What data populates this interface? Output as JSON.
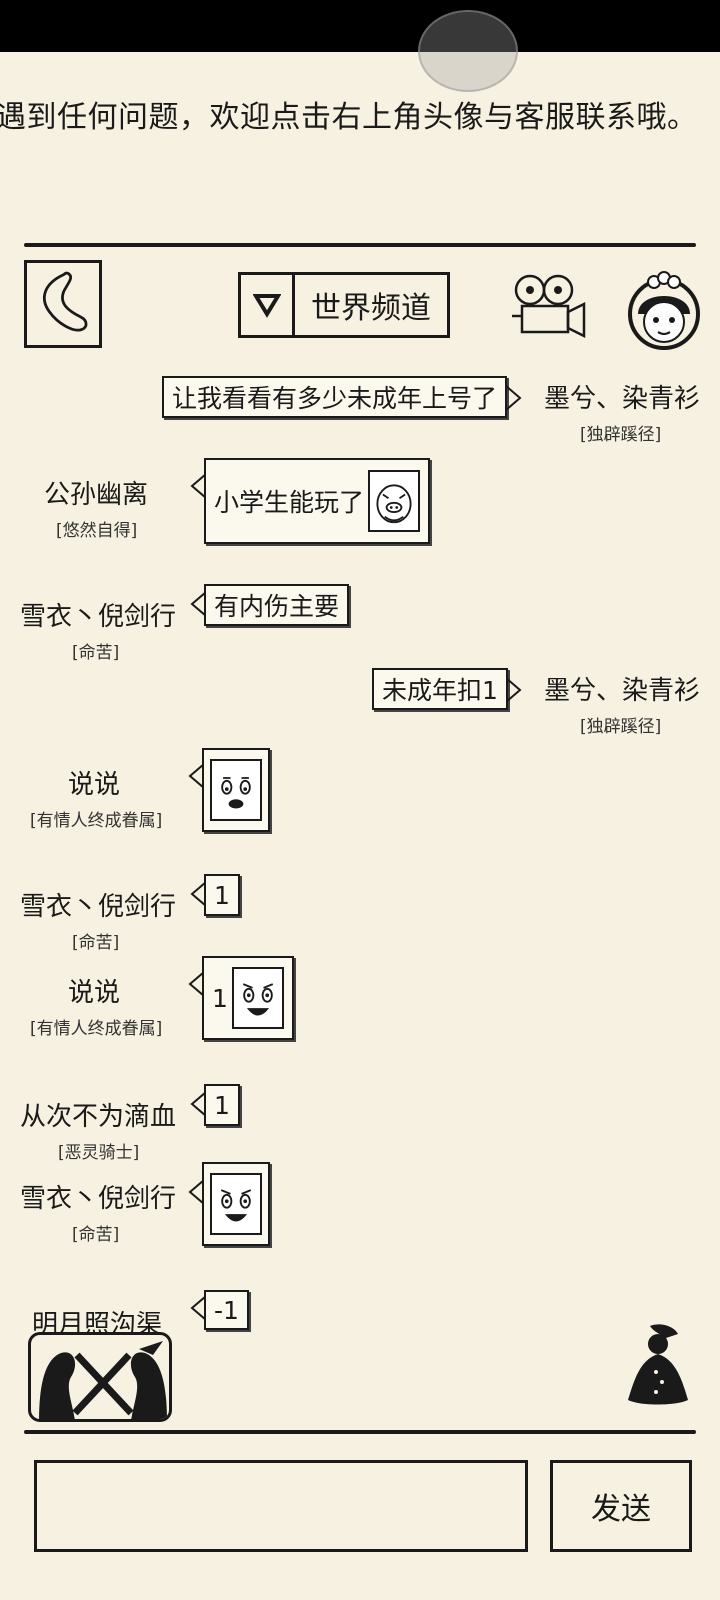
{
  "notice": "遇到任何问题，欢迎点击右上角头像与客服联系哦。",
  "header": {
    "channel_label": "世界频道"
  },
  "messages": [
    {
      "name": "墨兮、染青衫",
      "title": "[独辟蹊径]",
      "side": "right",
      "text": "让我看看有多少未成年上号了"
    },
    {
      "name": "公孙幽离",
      "title": "[悠然自得]",
      "side": "left",
      "text": "小学生能玩了",
      "sticker": "pig-face"
    },
    {
      "name": "雪衣丶倪剑行",
      "title": "[命苦]",
      "side": "left",
      "text": "有内伤主要"
    },
    {
      "name": "墨兮、染青衫",
      "title": "[独辟蹊径]",
      "side": "right",
      "text": "未成年扣1"
    },
    {
      "name": "说说",
      "title": "[有情人终成眷属]",
      "side": "left",
      "text": "",
      "sticker": "smile-face"
    },
    {
      "name": "雪衣丶倪剑行",
      "title": "[命苦]",
      "side": "left",
      "text": "1"
    },
    {
      "name": "说说",
      "title": "[有情人终成眷属]",
      "side": "left",
      "text": "1",
      "sticker": "laugh-face"
    },
    {
      "name": "从次不为滴血",
      "title": "[恶灵骑士]",
      "side": "left",
      "text": "1"
    },
    {
      "name": "雪衣丶倪剑行",
      "title": "[命苦]",
      "side": "left",
      "text": "",
      "sticker": "laugh-face"
    },
    {
      "name": "明月照沟渠",
      "title": "",
      "side": "left",
      "text": "-1"
    }
  ],
  "composer": {
    "input_value": "",
    "send_label": "发送"
  }
}
